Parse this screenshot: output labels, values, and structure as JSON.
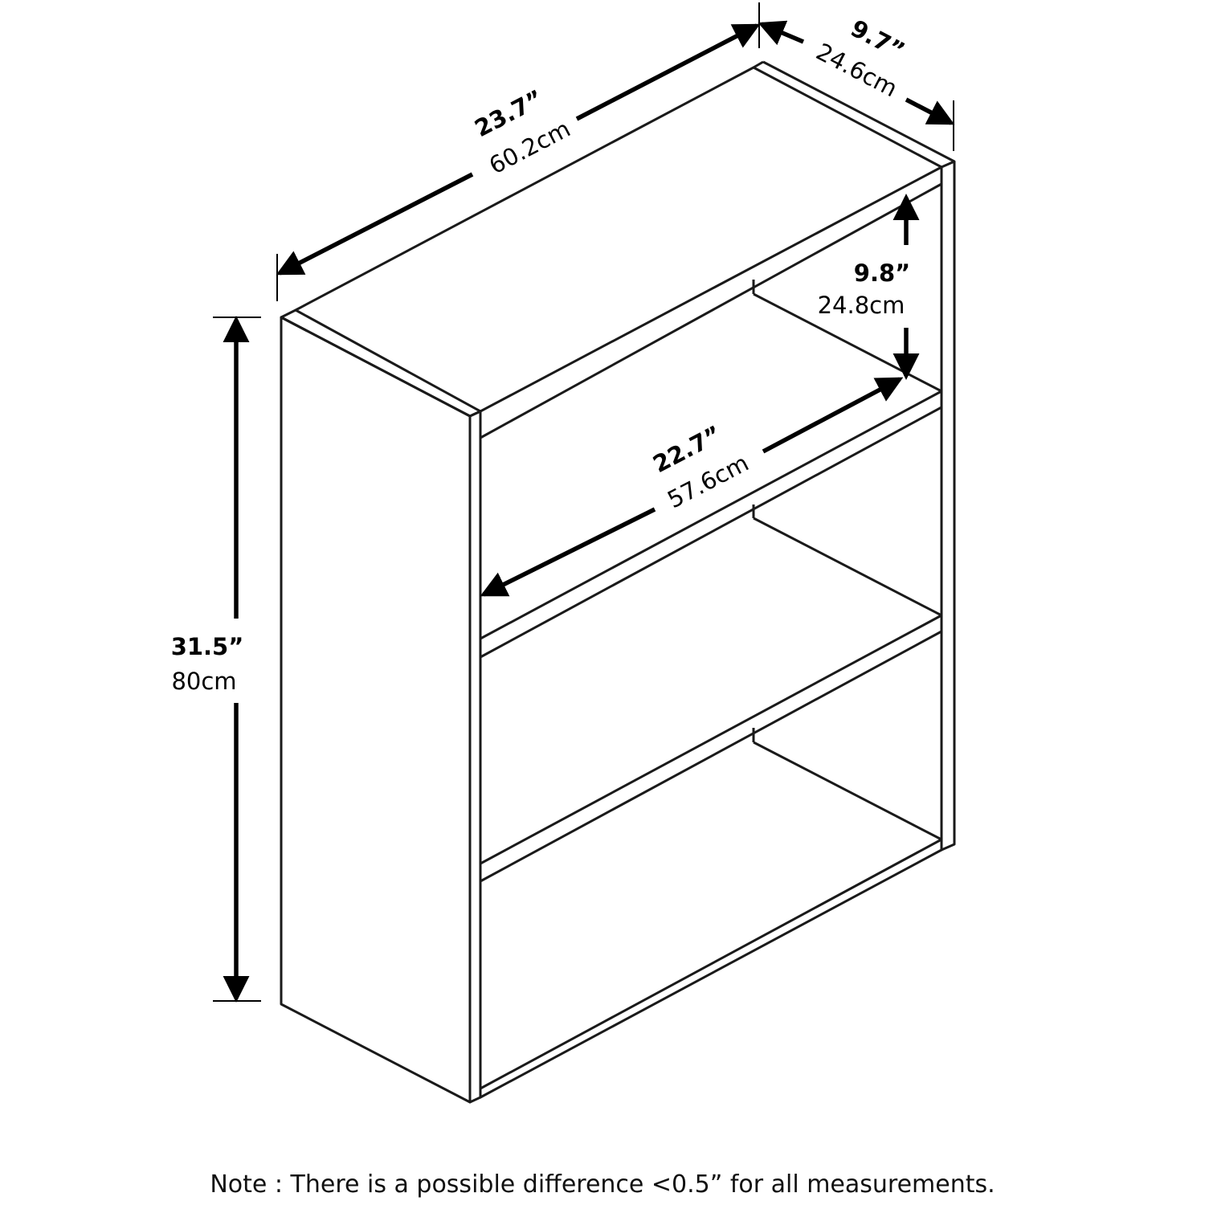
{
  "dimensions": {
    "width": {
      "inches": "23.7”",
      "cm": "60.2cm"
    },
    "depth": {
      "inches": "9.7”",
      "cm": "24.6cm"
    },
    "shelf_gap": {
      "inches": "9.8”",
      "cm": "24.8cm"
    },
    "inner_width": {
      "inches": "22.7”",
      "cm": "57.6cm"
    },
    "height": {
      "inches": "31.5”",
      "cm": "80cm"
    }
  },
  "note": "Note : There is a possible difference <0.5” for all measurements."
}
